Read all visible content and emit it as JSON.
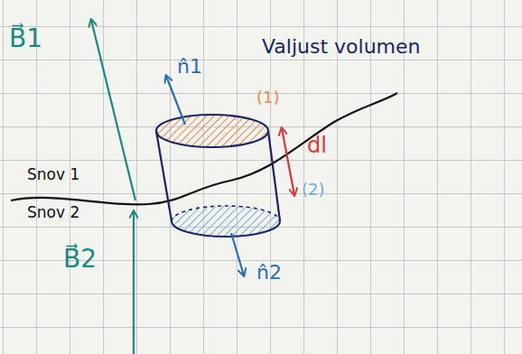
{
  "diagram": {
    "labels": [
      "B⃗1",
      "n̂1",
      "Valjust volumen",
      "(1)",
      "dl",
      "(2)",
      "Snov 1",
      "Snov 2",
      "B⃗2",
      "n̂2"
    ]
  }
}
